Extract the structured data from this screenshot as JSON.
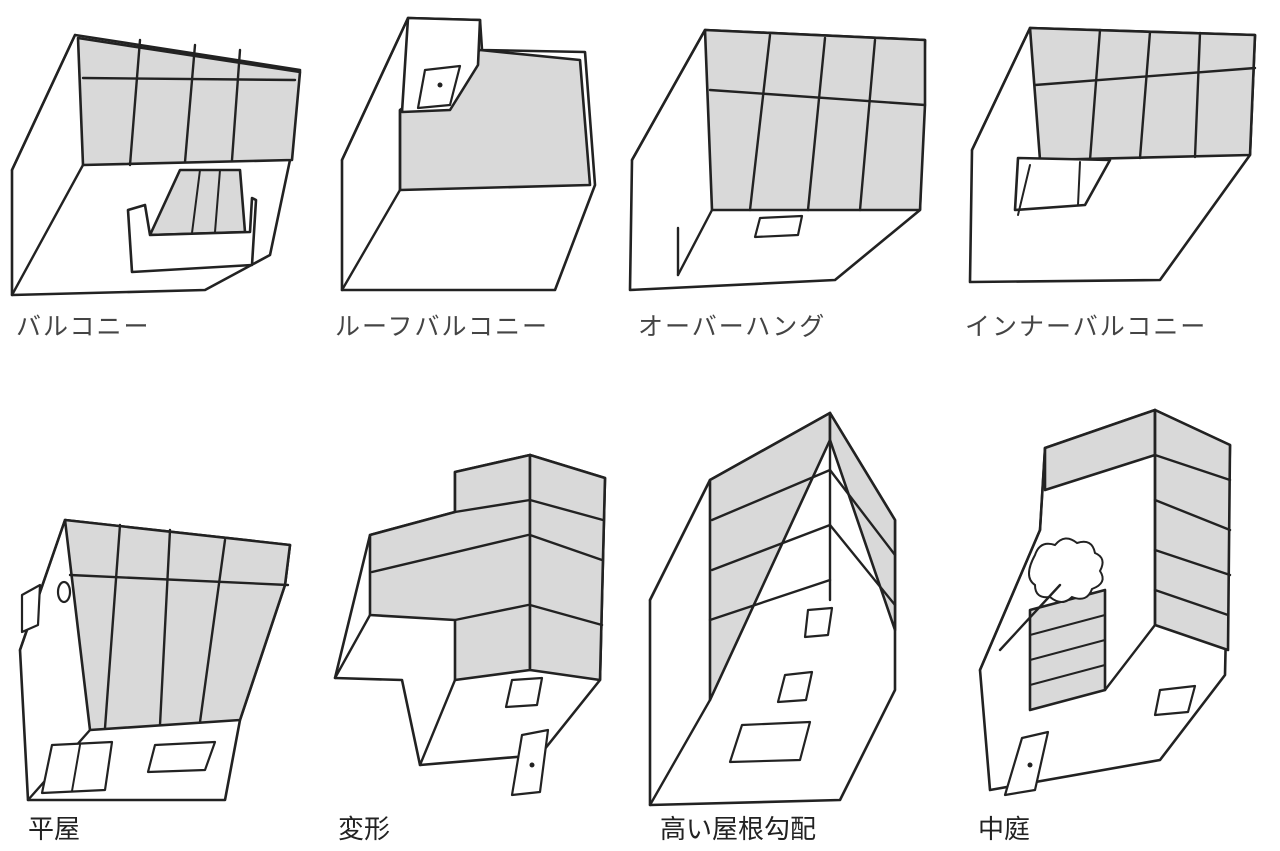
{
  "captions": {
    "balcony": "バルコニー",
    "roof_balcony": "ルーフバルコニー",
    "overhang": "オーバーハング",
    "inner_balcony": "インナーバルコニー",
    "flat_house": "平屋",
    "irregular_shape": "変形",
    "steep_roof_pitch": "高い屋根勾配",
    "courtyard": "中庭"
  }
}
